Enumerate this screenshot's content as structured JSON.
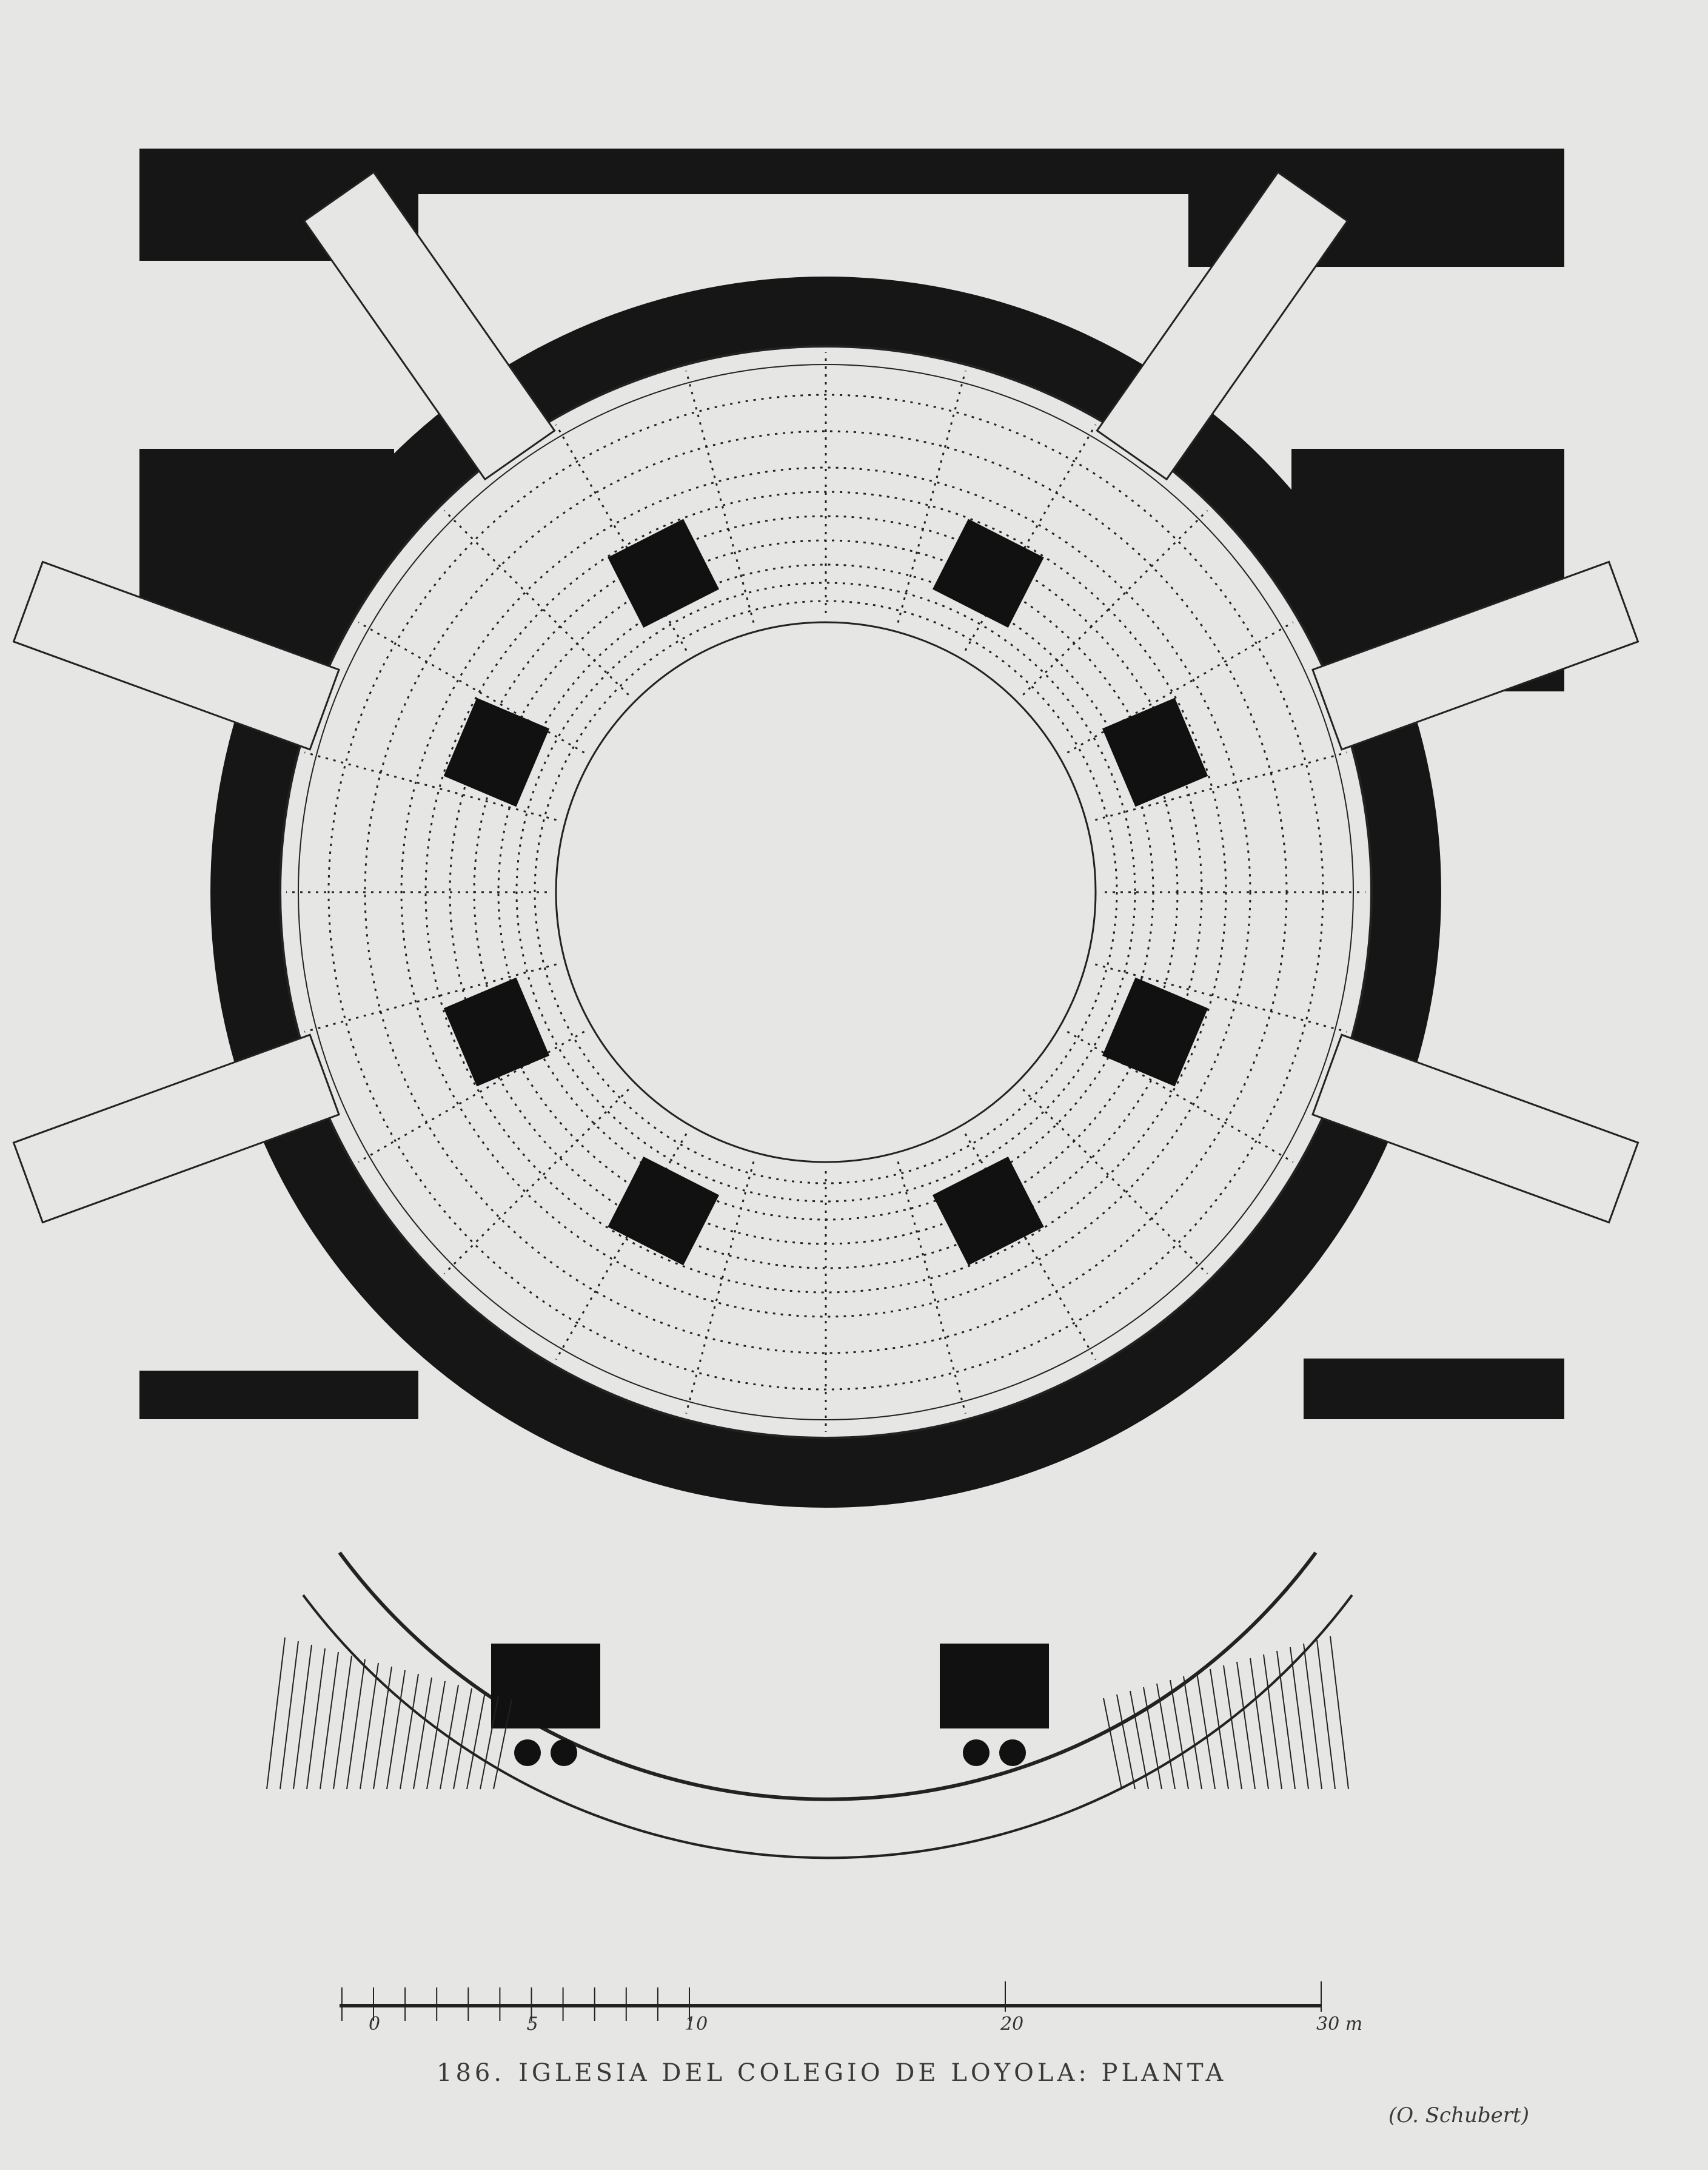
{
  "figure": {
    "number": "186.",
    "title": "IGLESIA DEL COLEGIO DE LOYOLA: PLANTA",
    "credit": "(O. Schubert)"
  },
  "scale_bar": {
    "unit": "m",
    "labels": [
      "0",
      "5",
      "10",
      "20",
      "30 m"
    ],
    "values_m": [
      0,
      5,
      10,
      20,
      30
    ]
  },
  "colors": {
    "paper": "#e6e6e4",
    "ink": "#1a1a1a"
  }
}
